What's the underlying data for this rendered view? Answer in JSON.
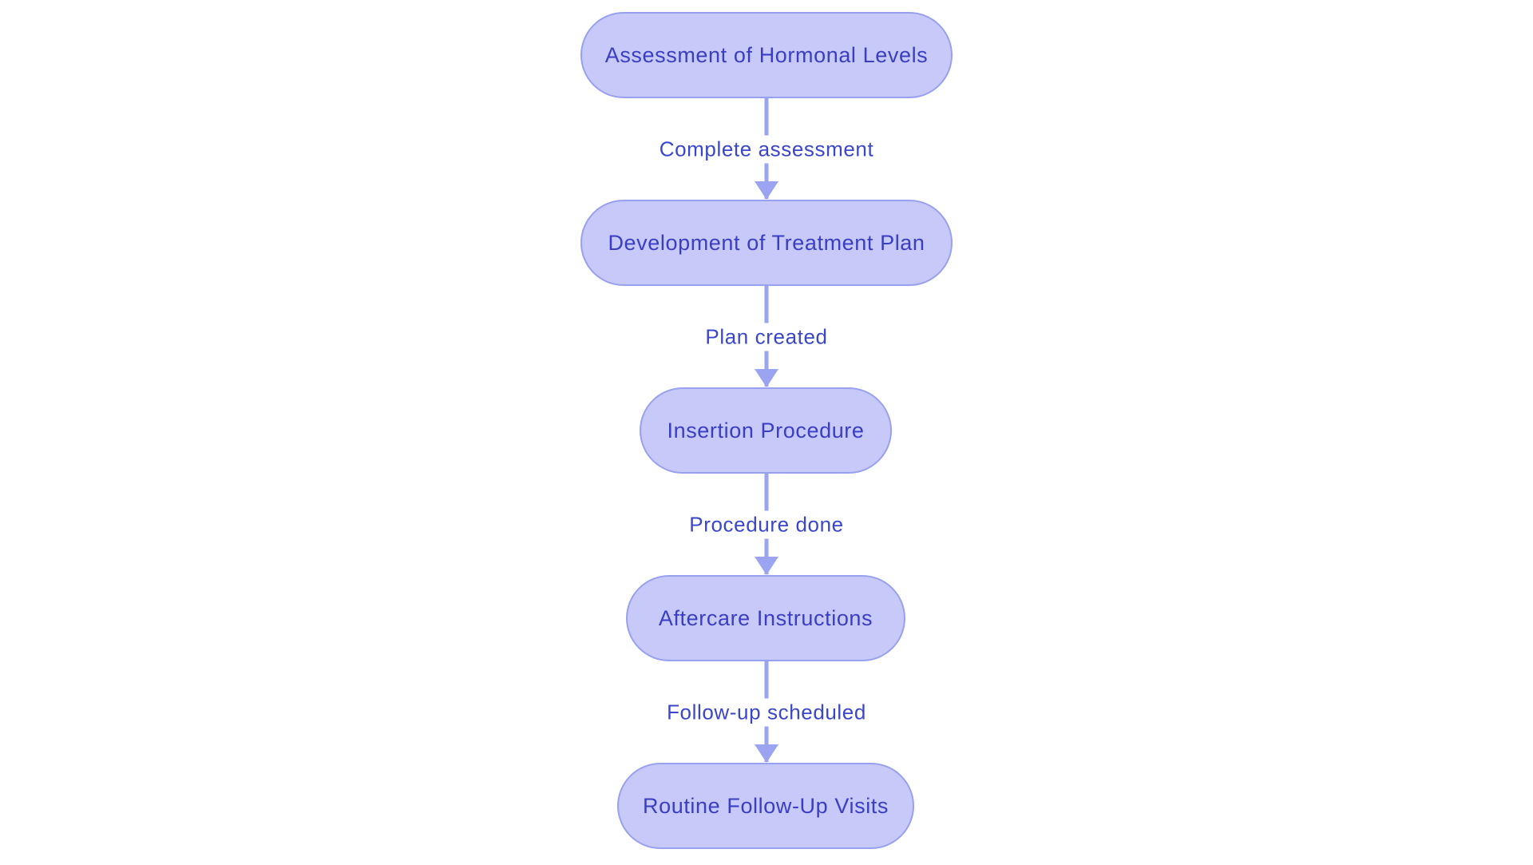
{
  "diagram": {
    "type": "flowchart",
    "direction": "top-down",
    "nodes": [
      {
        "label": "Assessment of Hormonal Levels"
      },
      {
        "label": "Development of Treatment Plan"
      },
      {
        "label": "Insertion Procedure"
      },
      {
        "label": "Aftercare Instructions"
      },
      {
        "label": "Routine Follow-Up Visits"
      }
    ],
    "edges": [
      {
        "from": "Assessment of Hormonal Levels",
        "to": "Development of Treatment Plan",
        "label": "Complete assessment"
      },
      {
        "from": "Development of Treatment Plan",
        "to": "Insertion Procedure",
        "label": "Plan created"
      },
      {
        "from": "Insertion Procedure",
        "to": "Aftercare Instructions",
        "label": "Procedure done"
      },
      {
        "from": "Aftercare Instructions",
        "to": "Routine Follow-Up Visits",
        "label": "Follow-up scheduled"
      }
    ],
    "colors": {
      "background": "#ffffff",
      "node_fill": "#c7c9f8",
      "node_border": "#98a1ef",
      "node_text": "#3a3ec4",
      "edge_label_text": "#3a46cc",
      "arrow": "#9ba4f1"
    }
  }
}
